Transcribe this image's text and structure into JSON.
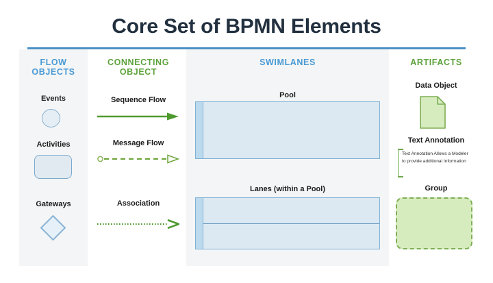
{
  "page": {
    "title": "Core Set of BPMN Elements",
    "accent_rule_color": "#4a90c4",
    "title_color": "#22303f",
    "background": "#ffffff"
  },
  "columns": [
    {
      "id": "flow-objects",
      "header": "FLOW OBJECTS",
      "header_line1": "FLOW",
      "header_line2": "OBJECTS",
      "header_color": "#4a9ad4",
      "panel_background": "#f4f5f6",
      "items": [
        {
          "label": "Events",
          "shape": "circle",
          "fill": "#e6eef5",
          "stroke": "#84afd0"
        },
        {
          "label": "Activities",
          "shape": "rounded-rectangle",
          "fill": "#e2eaf1",
          "stroke": "#7aa9ce"
        },
        {
          "label": "Gateways",
          "shape": "diamond",
          "fill": "#e6f0f8",
          "stroke": "#8ab4d6"
        }
      ]
    },
    {
      "id": "connecting-object",
      "header": "CONNECTING OBJECT",
      "header_line1": "CONNECTING",
      "header_line2": "OBJECT",
      "header_color": "#5da23c",
      "panel_background": "#ffffff",
      "items": [
        {
          "label": "Sequence Flow",
          "line_style": "solid",
          "arrow": "filled-arrowhead",
          "color": "#4f9a2f"
        },
        {
          "label": "Message Flow",
          "line_style": "dashed",
          "arrow": "hollow-arrowhead",
          "start_marker": "hollow-circle",
          "color": "#7aa84a"
        },
        {
          "label": "Association",
          "line_style": "dotted",
          "arrow": "open-arrowhead",
          "color": "#4f9a2f"
        }
      ]
    },
    {
      "id": "swimlanes",
      "header": "SWIMLANES",
      "header_color": "#4a9ad4",
      "panel_background": "#f4f5f6",
      "items": [
        {
          "label": "Pool",
          "shape": "pool",
          "fill": "#dce9f2",
          "stroke": "#7fb0d4",
          "band_fill": "#bcdaee"
        },
        {
          "label": "Lanes (within a Pool)",
          "shape": "lanes",
          "fill": "#dce9f2",
          "stroke": "#7fb0d4",
          "band_fill": "#bcdaee",
          "lane_count": 2
        }
      ]
    },
    {
      "id": "artifacts",
      "header": "ARTIFACTS",
      "header_color": "#5da23c",
      "panel_background": "#ffffff",
      "items": [
        {
          "label": "Data Object",
          "shape": "document",
          "fill": "#d6ecbe",
          "stroke": "#7fae55"
        },
        {
          "label": "Text Annotation",
          "shape": "bracket-annotation",
          "stroke": "#6ea84b",
          "text": "Text Annotation Allows a Modeler to provide additional Information"
        },
        {
          "label": "Group",
          "shape": "dashed-rounded-rectangle",
          "fill": "#d6ecbe",
          "stroke": "#7fae55"
        }
      ]
    }
  ]
}
